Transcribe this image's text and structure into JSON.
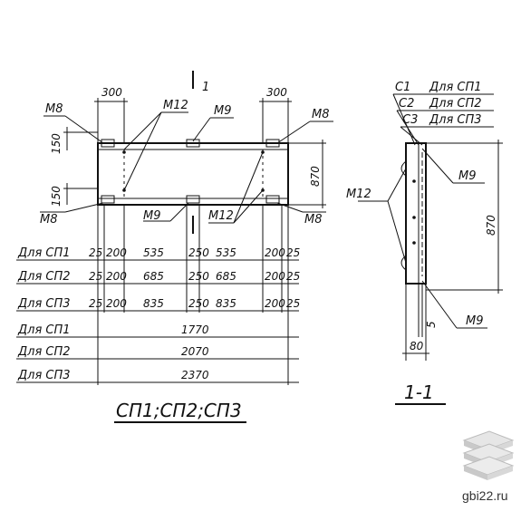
{
  "elevation": {
    "section_mark": "1",
    "top_dims": [
      "300",
      "300"
    ],
    "side_dims": [
      "150",
      "150"
    ],
    "height_dim": "870",
    "tags": {
      "m8": "М8",
      "m9": "М9",
      "m12": "М12"
    }
  },
  "dims_table": {
    "rows": [
      {
        "label": "Для СП1",
        "values": [
          "25",
          "200",
          "535",
          "250",
          "535",
          "200",
          "25"
        ]
      },
      {
        "label": "Для СП2",
        "values": [
          "25",
          "200",
          "685",
          "250",
          "685",
          "200",
          "25"
        ]
      },
      {
        "label": "Для СП3",
        "values": [
          "25",
          "200",
          "835",
          "250",
          "835",
          "200",
          "25"
        ]
      }
    ],
    "totals": [
      {
        "label": "Для СП1",
        "value": "1770"
      },
      {
        "label": "Для СП2",
        "value": "2070"
      },
      {
        "label": "Для СП3",
        "value": "2370"
      }
    ]
  },
  "title": "СП1;СП2;СП3",
  "section": {
    "legend": [
      {
        "code": "С1",
        "text": "Для СП1"
      },
      {
        "code": "С2",
        "text": "Для СП2"
      },
      {
        "code": "С3",
        "text": "Для СП3"
      }
    ],
    "height_dim": "870",
    "small_dim": "5",
    "width_dim": "80",
    "tag_m9": "М9",
    "tag_m12": "М12",
    "title": "1-1"
  },
  "watermark": {
    "text": "gbi22.ru",
    "icon": "stacked-slabs-icon"
  }
}
